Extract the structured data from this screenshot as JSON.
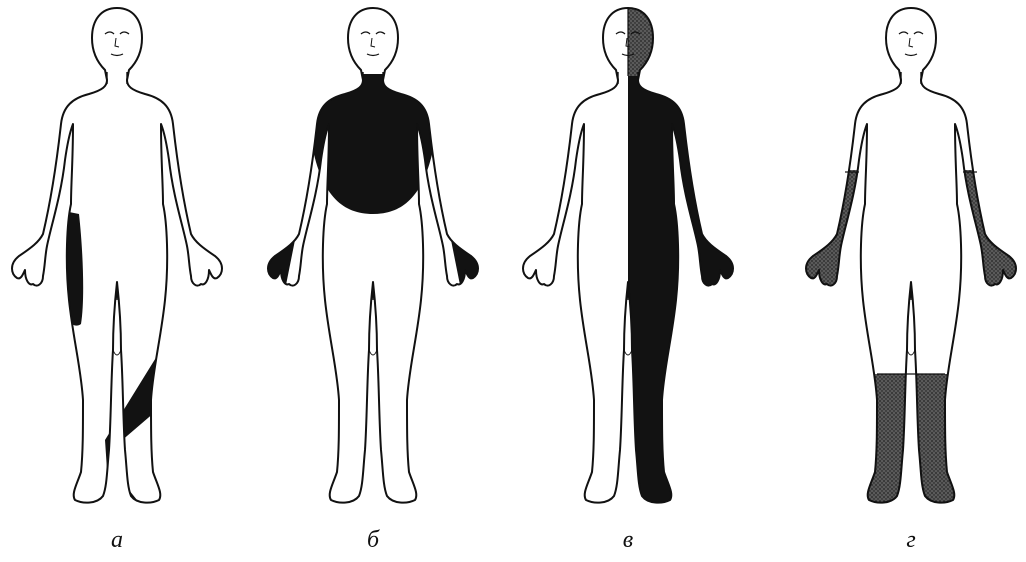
{
  "figures": [
    {
      "label": "а",
      "pattern": "radicular-segmental"
    },
    {
      "label": "б",
      "pattern": "upper-body-segmental"
    },
    {
      "label": "в",
      "pattern": "hemi-body"
    },
    {
      "label": "г",
      "pattern": "glove-and-stocking"
    }
  ],
  "colors": {
    "outline": "#111111",
    "solid_fill": "#121212",
    "stipple_fill": "#3a3a3a",
    "background": "#ffffff"
  }
}
